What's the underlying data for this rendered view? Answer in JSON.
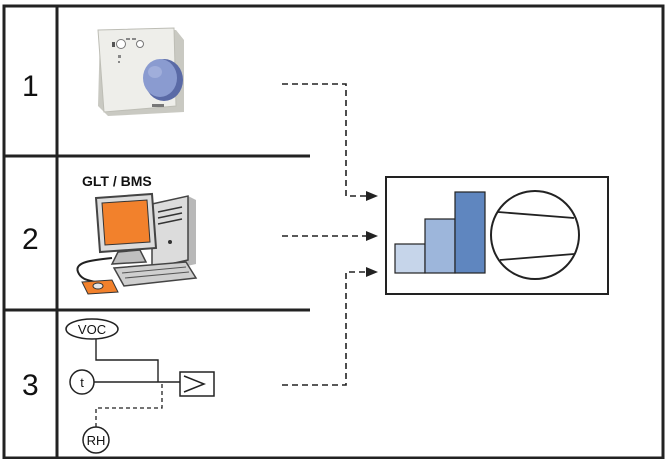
{
  "rows": [
    {
      "number": "1"
    },
    {
      "number": "2",
      "label": "GLT / BMS"
    },
    {
      "number": "3"
    }
  ],
  "sensors": {
    "voc": "VOC",
    "temperature": "t",
    "humidity": "RH"
  },
  "icons": {
    "room_unit": "thermostat-room-unit-icon",
    "computer": "desktop-computer-icon",
    "controller": "bar-level-and-fan-controller-icon"
  },
  "colors": {
    "screen": "#f2812c",
    "knob": "#8a9bd0",
    "bar_light": "#c6d5ea",
    "bar_mid": "#9db6db",
    "bar_dark": "#5f86bf"
  }
}
